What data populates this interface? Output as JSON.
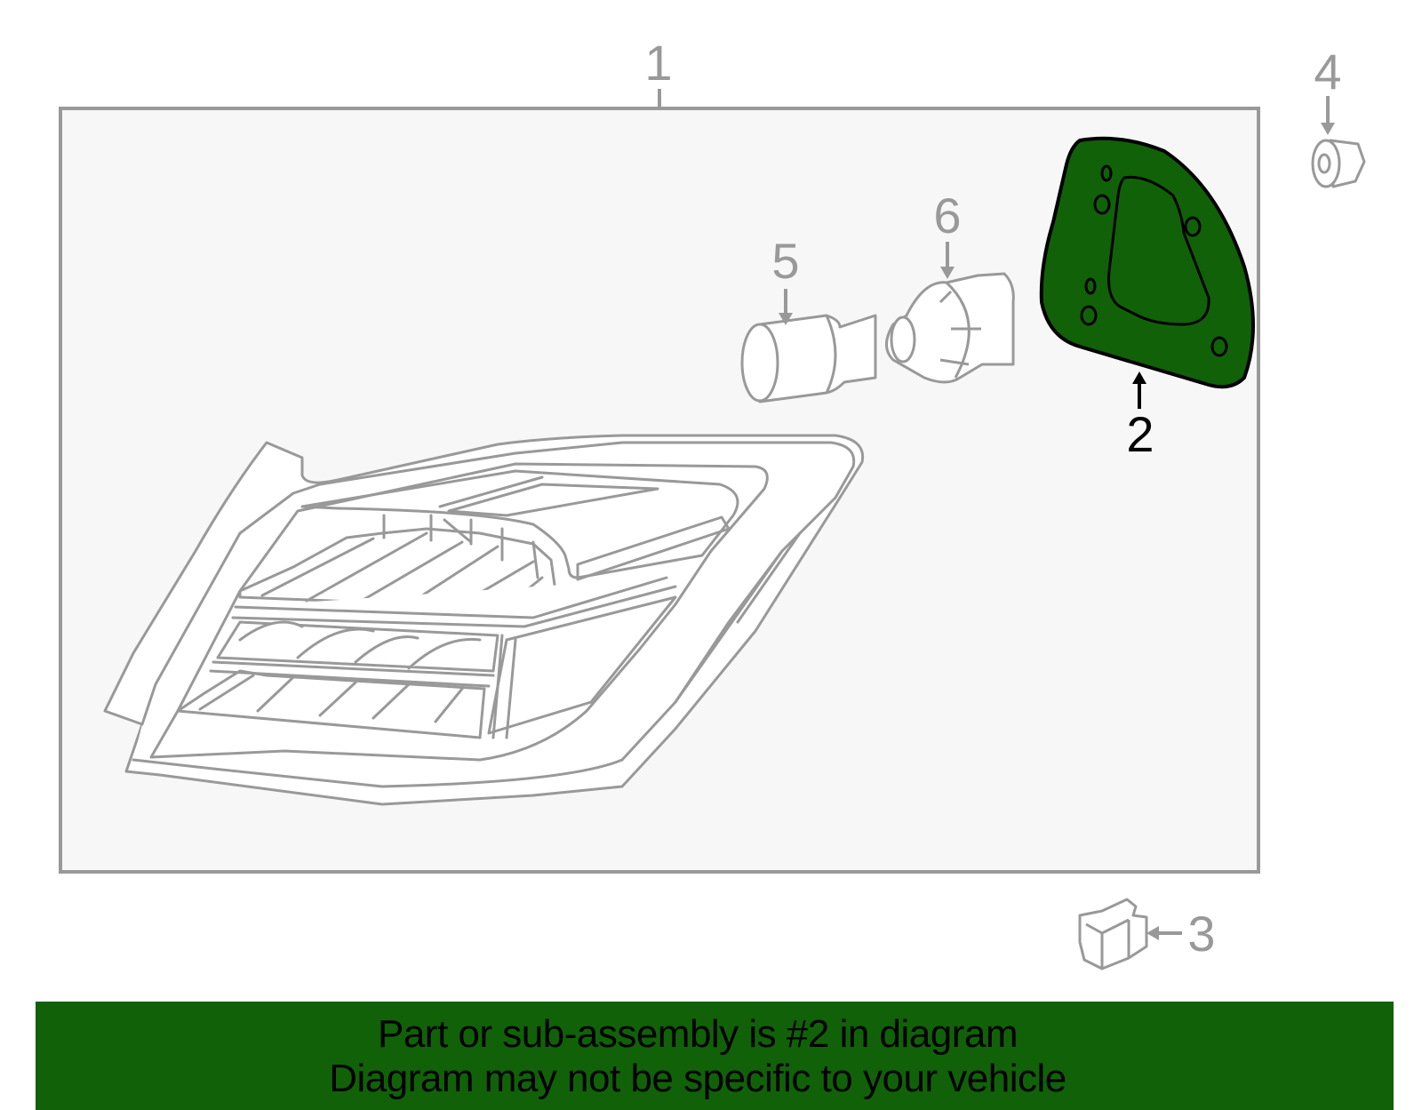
{
  "diagram": {
    "type": "exploded parts diagram",
    "subject": "Tail lamp assembly",
    "colors": {
      "background": "#ffffff",
      "frame_fill": "#f7f7f7",
      "line_gray": "#999999",
      "highlight_fill": "#116108",
      "highlight_outline": "#000000"
    },
    "callouts": [
      {
        "id": "1",
        "label": "1",
        "highlighted": false,
        "target": "tail-lamp-assembly"
      },
      {
        "id": "2",
        "label": "2",
        "highlighted": true,
        "target": "lamp-gasket"
      },
      {
        "id": "3",
        "label": "3",
        "highlighted": false,
        "target": "retainer-clip"
      },
      {
        "id": "4",
        "label": "4",
        "highlighted": false,
        "target": "mounting-nut"
      },
      {
        "id": "5",
        "label": "5",
        "highlighted": false,
        "target": "bulb-socket-small"
      },
      {
        "id": "6",
        "label": "6",
        "highlighted": false,
        "target": "bulb-socket-large"
      }
    ]
  },
  "banner": {
    "line1": "Part or sub-assembly is #2 in diagram",
    "line2": "Diagram may not be specific to your vehicle",
    "background": "#116108"
  }
}
